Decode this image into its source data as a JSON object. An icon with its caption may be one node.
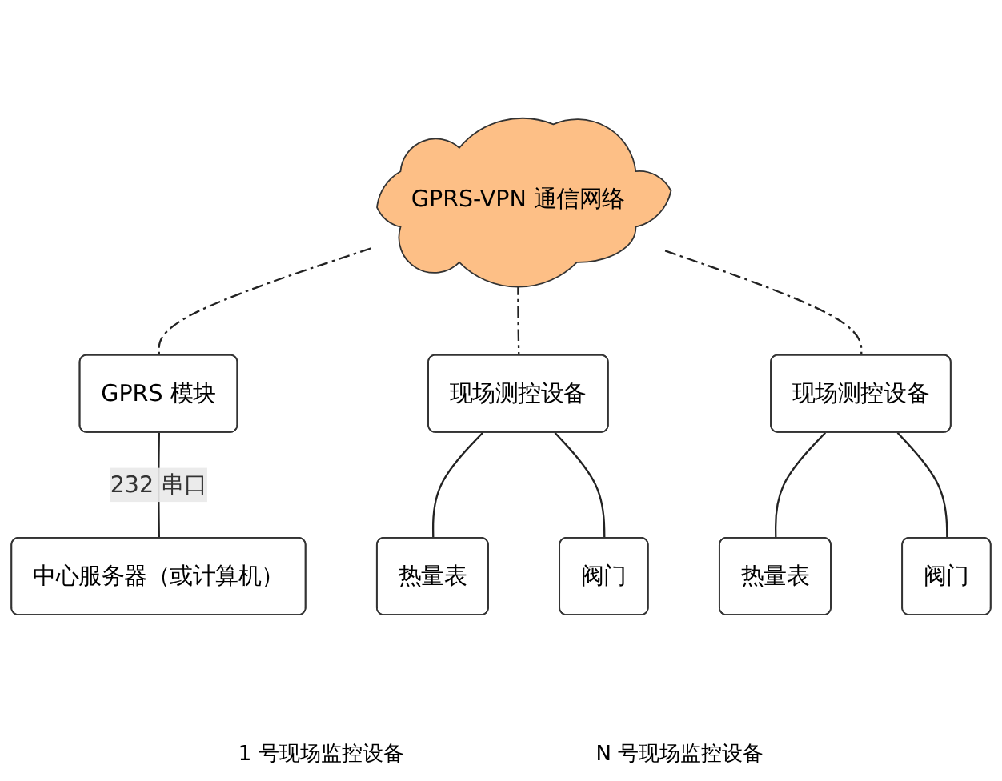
{
  "diagram": {
    "nodes": [
      {
        "text": [
          "GPRS-VPN 通信网络"
        ]
      },
      {
        "text": [
          "GPRS 模块"
        ]
      },
      {
        "text": [
          "中心服务器（或计算机）"
        ]
      },
      {
        "text": [
          "现场测控设备"
        ]
      },
      {
        "text": [
          "热量表"
        ]
      },
      {
        "text": [
          "阀门"
        ]
      },
      {
        "text": [
          "现场测控设备"
        ]
      },
      {
        "text": [
          "热量表"
        ]
      },
      {
        "text": [
          "阀门"
        ]
      }
    ],
    "edges": [
      {
        "from": 0,
        "to": 1,
        "arrow": "none",
        "style": "dashed"
      },
      {
        "from": 1,
        "to": 2,
        "arrow": "none",
        "label": "232 串口"
      },
      {
        "from": 0,
        "to": 3,
        "arrow": "none",
        "style": "dashed"
      },
      {
        "from": 0,
        "to": 6,
        "arrow": "none",
        "style": "dashed"
      },
      {
        "from": 3,
        "to": 4,
        "arrow": "none"
      },
      {
        "from": 3,
        "to": 5,
        "arrow": "none"
      },
      {
        "from": 6,
        "to": 7,
        "arrow": "none"
      },
      {
        "from": 6,
        "to": 8,
        "arrow": "none"
      }
    ],
    "labels": [
      "1 号现场监控设备",
      "N 号现场监控设备"
    ]
  }
}
